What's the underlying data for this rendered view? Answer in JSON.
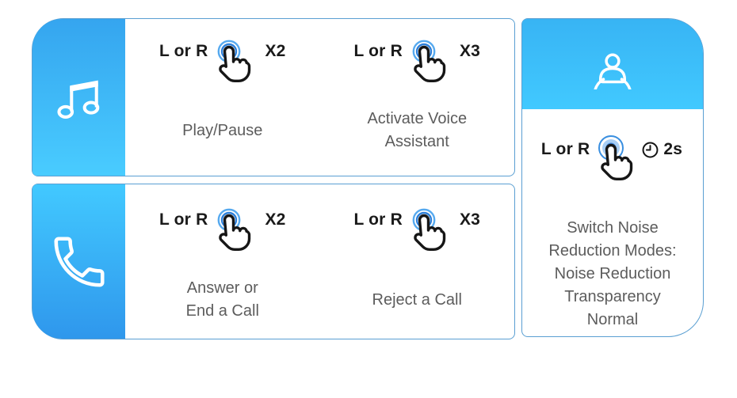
{
  "instruction_panels": {
    "music": {
      "icon": "music-note",
      "actions": [
        {
          "buttons": "L or R",
          "gesture": "double-tap",
          "times": "X2",
          "result_lines": [
            "Play/Pause"
          ]
        },
        {
          "buttons": "L or R",
          "gesture": "triple-tap",
          "times": "X3",
          "result_lines": [
            "Activate Voice",
            "Assistant"
          ]
        }
      ]
    },
    "calls": {
      "icon": "phone",
      "actions": [
        {
          "buttons": "L or R",
          "gesture": "double-tap",
          "times": "X2",
          "result_lines": [
            "Answer or",
            "End a Call"
          ]
        },
        {
          "buttons": "L or R",
          "gesture": "triple-tap",
          "times": "X3",
          "result_lines": [
            "Reject a Call"
          ]
        }
      ]
    },
    "noise_modes": {
      "icon": "user-profile",
      "action": {
        "buttons": "L or R",
        "gesture": "press-and-hold",
        "duration": "2s",
        "result_lines": [
          "Switch Noise",
          "Reduction Modes:",
          "Noise Reduction",
          "Transparency",
          "Normal"
        ]
      }
    }
  },
  "colors": {
    "music_side_gradient_top": "#35a5ef",
    "music_side_gradient_bottom": "#49ccff",
    "phone_side_gradient_top": "#42c9ff",
    "phone_side_gradient_bottom": "#2f97ec",
    "modes_header_gradient_top": "#38b4f4",
    "modes_header_gradient_bottom": "#41c9ff",
    "card_border": "#5a9fd2",
    "label_text": "#1a1a1a",
    "description_text": "#5c5c5c",
    "tap_ring_outer": "#55a9ef",
    "tap_ring_mid": "#2d7fd8",
    "tap_ring_inner": "#1c64c4",
    "press_disc_light": "#a8cef5",
    "press_disc_dark": "#3b86de"
  }
}
